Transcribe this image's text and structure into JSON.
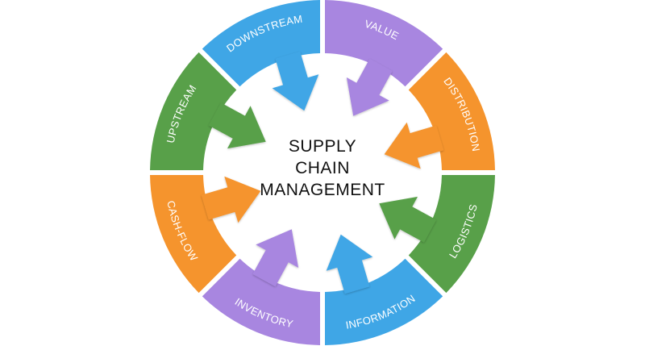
{
  "diagram": {
    "center": {
      "lines": [
        "SUPPLY",
        "CHAIN",
        "MANAGEMENT"
      ]
    },
    "segments": [
      {
        "label": "VALUE",
        "color": "#a886e0"
      },
      {
        "label": "DISTRIBUTION",
        "color": "#f5942d"
      },
      {
        "label": "LOGISTICS",
        "color": "#58a049"
      },
      {
        "label": "INFORMATION",
        "color": "#3fa6e6"
      },
      {
        "label": "INVENTORY",
        "color": "#a886e0"
      },
      {
        "label": "CASH-FLOW",
        "color": "#f5942d"
      },
      {
        "label": "UPSTREAM",
        "color": "#58a049"
      },
      {
        "label": "DOWNSTREAM",
        "color": "#3fa6e6"
      }
    ]
  }
}
